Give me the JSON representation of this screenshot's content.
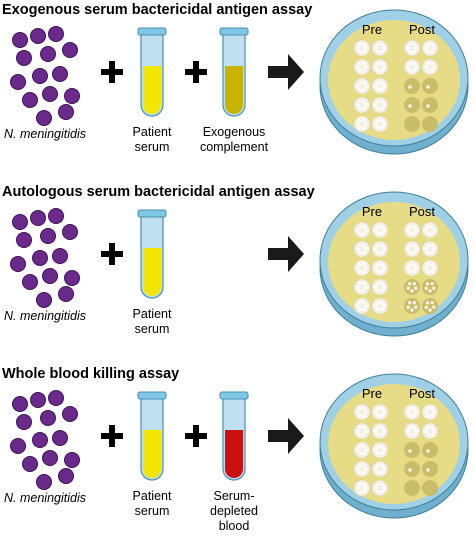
{
  "panels": [
    {
      "title": "Exogenous serum bactericidal antigen assay",
      "organism": "N. meningitidis",
      "tube1_label": [
        "Patient",
        "serum"
      ],
      "tube2_label": [
        "Exogenous",
        "complement"
      ],
      "tube2_kind": "complement",
      "plate_left": "Pre",
      "plate_right": "Post",
      "post_colonies": [
        "lawn",
        "lawn",
        "sparse",
        "sparse",
        "none"
      ]
    },
    {
      "title": "Autologous serum bactericidal antigen assay",
      "organism": "N. meningitidis",
      "tube1_label": [
        "Patient",
        "serum"
      ],
      "tube2_label": [],
      "tube2_kind": "",
      "plate_left": "Pre",
      "plate_right": "Post",
      "post_colonies": [
        "lawn",
        "lawn",
        "lawn",
        "mid",
        "mid"
      ]
    },
    {
      "title": "Whole blood killing assay",
      "organism": "N. meningitidis",
      "tube1_label": [
        "Patient",
        "serum"
      ],
      "tube2_label": [
        "Serum-",
        "depleted",
        "blood"
      ],
      "tube2_kind": "blood",
      "plate_left": "Pre",
      "plate_right": "Post",
      "post_colonies": [
        "lawn",
        "lawn",
        "sparse",
        "sparse",
        "none"
      ]
    }
  ],
  "colors": {
    "bacteria": "#6a2a8c",
    "bacteria_dark": "#3e1454",
    "serum": "#f2e600",
    "complement": "#c7b400",
    "blood": "#cc1010",
    "tube_glass": "#bfe0f0",
    "tube_cap": "#7fc7e6",
    "plate_rim": "#6fb0cf",
    "agar": "#e6dc86",
    "agar_spot": "#c9bc6a",
    "arrow": "#1a1a1a"
  }
}
